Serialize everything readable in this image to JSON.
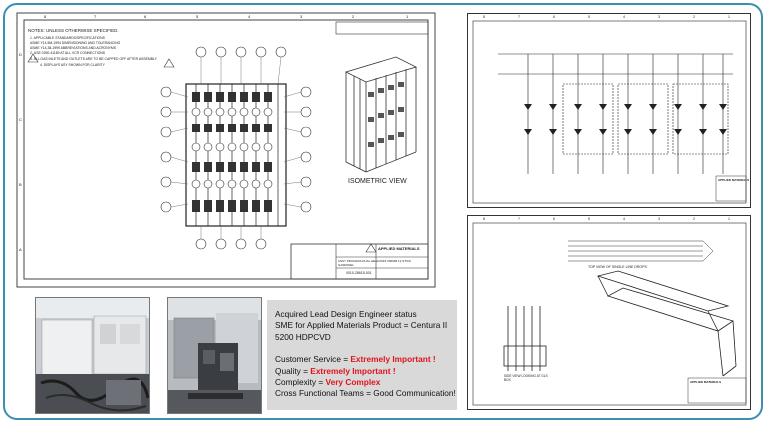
{
  "sheet_main": {
    "notes_header": "NOTES: UNLESS OTHERWISE SPECIFIED.",
    "notes": [
      "1. APPLICABLE STANDARDS/SPECIFICATIONS",
      "   ASME Y14.5M-1994 DIMENSIONING AND TOLERANCING",
      "   ASME Y14.38-1999 ABBREVIATIONS AND ACRONYMS",
      "2. USE 0250-41189 AT ALL VCR CONNECTIONS",
      "3. ALL GAS INLETS AND OUTLETS ARE TO BE CAPPED OFF AFTER ASSEMBLY",
      "4. DISPLAYS ASY SHOWN FOR CLARITY"
    ],
    "view_label": "ISOMETRIC VIEW",
    "company": "APPLIED MATERIALS",
    "part_title": "ASSY PROCESS DUAL HE/H2/NF3 300MM 12 STICK GASPANEL",
    "drawing_no": "0010-28615-001",
    "col_ticks": [
      "8",
      "7",
      "6",
      "5",
      "4",
      "3",
      "2",
      "1"
    ],
    "row_ticks": [
      "D",
      "C",
      "B",
      "A"
    ]
  },
  "sheet_top": {
    "col_ticks": [
      "8",
      "7",
      "6",
      "5",
      "4",
      "3",
      "2",
      "1"
    ],
    "company": "APPLIED MATERIALS"
  },
  "sheet_bottom": {
    "caption": "TOP VIEW OF SINGLE LINE DROPS",
    "side_caption": "SIDE VIEW LOOKING AT GLS BOX",
    "col_ticks": [
      "8",
      "7",
      "6",
      "5",
      "4",
      "3",
      "2",
      "1"
    ],
    "company": "APPLIED MATERIALS"
  },
  "panel": {
    "line1": "Acquired Lead Design Engineer status",
    "line2": "SME for Applied Materials Product = Centura II",
    "line3": "5200 HDPCVD",
    "cs_label": "Customer Service = ",
    "cs_value": "Extremely Important !",
    "q_label": "Quality = ",
    "q_value": "Extremely Important !",
    "c_label": "Complexity = ",
    "c_value": "Very Complex",
    "cft": "Cross Functional Teams = Good Communication!"
  },
  "colors": {
    "frame": "#3d8fb0",
    "panel_bg": "#d9d9d9",
    "emphasis": "#e0141c"
  }
}
